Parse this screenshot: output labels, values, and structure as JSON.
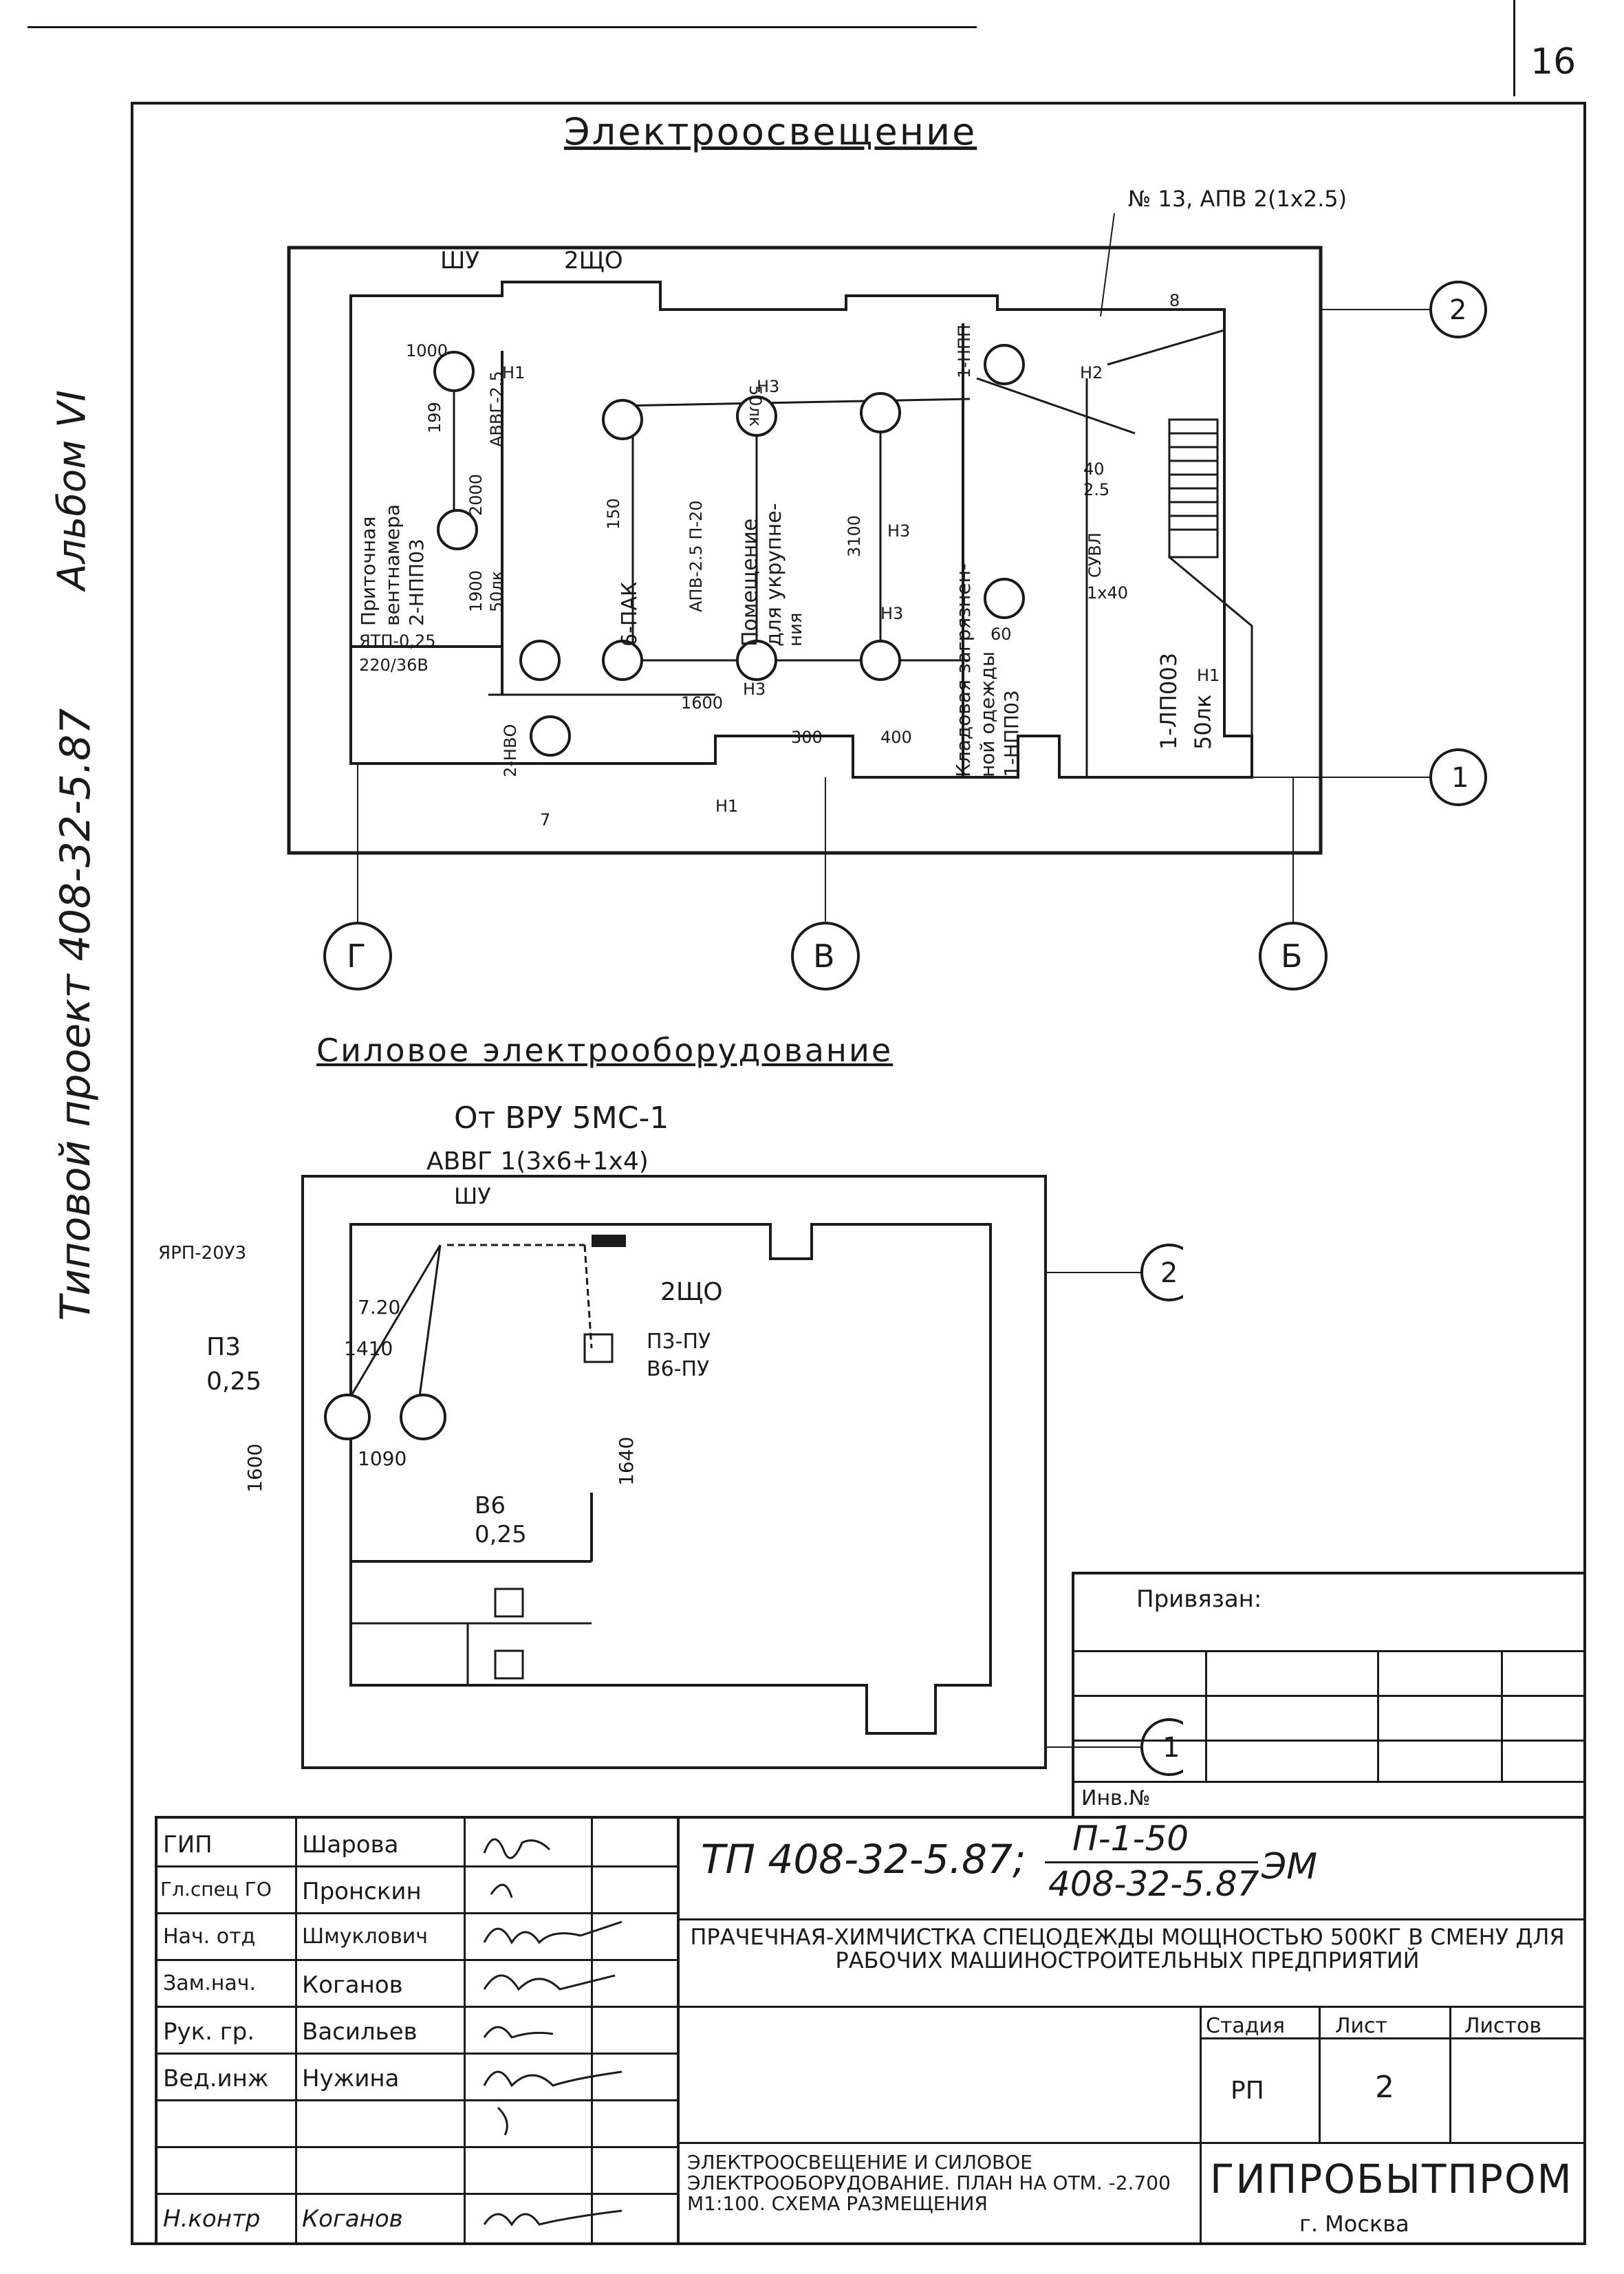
{
  "sheet_number": "16",
  "side": {
    "album": "Альбом VI",
    "project": "Типовой проект 408-32-5.87"
  },
  "lighting": {
    "title": "Электроосвещение",
    "cable_note": "№ 13, АПВ 2(1х2.5)",
    "shu": "ШУ",
    "shcho": "2ЩО",
    "axis_labels": [
      "2",
      "1",
      "Г",
      "В",
      "Б"
    ],
    "rooms": {
      "vent": [
        "Приточная",
        "вентнамера",
        "2-НПП03"
      ],
      "laundry": [
        "Помещение",
        "для укрупне-",
        "ния"
      ],
      "storage": [
        "Кладовая загрязнен-",
        "ной одежды",
        "1-НПП03"
      ],
      "stair": [
        "1-ЛП003",
        "50лк"
      ],
      "lamp6": "6-ПАК"
    },
    "labels": [
      "1000",
      "199",
      "2000",
      "АВВГ-2.5",
      "1900",
      "50лк",
      "ЯТП-0,25",
      "220/36В",
      "150",
      "АПВ-2.5 П-20",
      "3100",
      "1600",
      "300",
      "400",
      "50лк",
      "40",
      "2.5",
      "СУВЛ",
      "1х40",
      "8",
      "Н1",
      "Н2",
      "Н3",
      "7",
      "2-НВО",
      "Н1",
      "Н1",
      "Н3",
      "Н3",
      "Н3",
      "1-НПП",
      "60"
    ]
  },
  "power": {
    "title": "Силовое электрооборудование",
    "feed": "От ВРУ 5МС-1",
    "cable": "АВВГ 1(3х6+1х4)",
    "shu": "ШУ",
    "yarp": "ЯРП-20У3",
    "shcho": "2ЩО",
    "p3": "П3",
    "p3_val": "0,25",
    "b6": "В6",
    "b6_val": "0,25",
    "p3pu": "П3-ПУ",
    "b6pu": "В6-ПУ",
    "dims": [
      "7.20",
      "1410",
      "1090",
      "1600",
      "1640"
    ],
    "axis_labels": [
      "2",
      "1"
    ]
  },
  "binding": {
    "title": "Привязан:",
    "inv": "Инв.№"
  },
  "title_block": {
    "people": [
      {
        "role": "ГИП",
        "name": "Шарова"
      },
      {
        "role": "Гл.спец ГО",
        "name": "Пронскин"
      },
      {
        "role": "Нач. отд",
        "name": "Шмуклович"
      },
      {
        "role": "Зам.нач.",
        "name": "Коганов"
      },
      {
        "role": "Рук. гр.",
        "name": "Васильев"
      },
      {
        "role": "Вед.инж",
        "name": "Нужина"
      },
      {
        "role": "",
        "name": ""
      },
      {
        "role": "",
        "name": ""
      },
      {
        "role": "Н.контр",
        "name": "Коганов"
      }
    ],
    "code_prefix": "ТП 408-32-5.87;",
    "code_num": "П-1-50",
    "code_den": "408-32-5.87",
    "code_suffix": "ЭМ",
    "description": "Прачечная-химчистка спецодежды мощностью 500кг в смену для рабочих машиностроительных предприятий",
    "stage_label": "Стадия",
    "sheet_label": "Лист",
    "sheets_label": "Листов",
    "stage": "РП",
    "sheet": "2",
    "sheets": "",
    "drawing_title": "Электроосвещение и силовое электрооборудование. План на отм. -2.700 М1:100. Схема размещения",
    "org": "ГИПРОБЫТПРОМ",
    "city": "г. Москва"
  }
}
